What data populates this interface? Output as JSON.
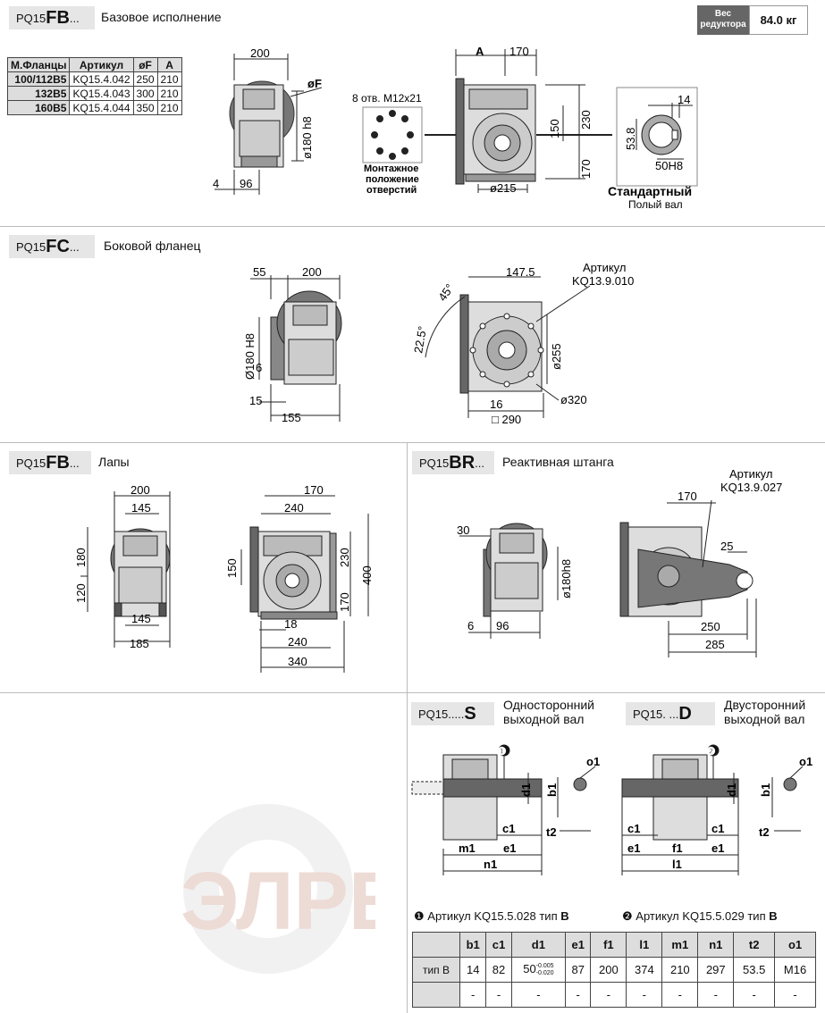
{
  "header": {
    "prefix": "PQ15",
    "code": "FB",
    "suffix": "...",
    "title": "Базовое исполнение",
    "weight_label_1": "Вес",
    "weight_label_2": "редуктора",
    "weight_value": "84.0 кг"
  },
  "flange_table": {
    "headers": [
      "М.Фланцы",
      "Артикул",
      "øF",
      "A"
    ],
    "rows": [
      {
        "flange": "100/112B5",
        "article": "KQ15.4.042",
        "f": "250",
        "a": "210"
      },
      {
        "flange": "132B5",
        "article": "KQ15.4.043",
        "f": "300",
        "a": "210"
      },
      {
        "flange": "160B5",
        "article": "KQ15.4.044",
        "f": "350",
        "a": "210"
      }
    ]
  },
  "fb": {
    "d200": "200",
    "dF": "øF",
    "d180": "ø180 h8",
    "d4": "4",
    "d96": "96",
    "holes": "8 отв. M12x21",
    "mount_1": "Монтажное",
    "mount_2": "положение",
    "mount_3": "отверстий",
    "dA": "A",
    "d170a": "170",
    "d230": "230",
    "d150": "150",
    "d170b": "170",
    "d215": "ø215",
    "d14": "14",
    "d53": "53.8",
    "d50": "50H8",
    "std_title": "Стандартный",
    "std_sub": "Полый вал"
  },
  "fc": {
    "prefix": "PQ15",
    "code": "FC",
    "suffix": "...",
    "title": "Боковой фланец",
    "d55": "55",
    "d200": "200",
    "d180": "Ø180 H8",
    "d6": "6",
    "d15": "15",
    "d155": "155",
    "d1475": "147.5",
    "art_1": "Артикул",
    "art_2": "KQ13.9.010",
    "a45": "45°",
    "a225": "22.5°",
    "d255": "ø255",
    "d16": "16",
    "d290": "□ 290",
    "d320": "ø320"
  },
  "feet": {
    "prefix": "PQ15",
    "code": "FB",
    "suffix": "...",
    "title": "Лапы",
    "d200": "200",
    "d145a": "145",
    "d180": "180",
    "d120": "120",
    "d145b": "145",
    "d185": "185",
    "d170": "170",
    "d240a": "240",
    "d150": "150",
    "d230": "230",
    "d400": "400",
    "d170b": "170",
    "d18": "18",
    "d240b": "240",
    "d340": "340"
  },
  "br": {
    "prefix": "PQ15",
    "code": "BR",
    "suffix": "...",
    "title": "Реактивная штанга",
    "d30": "30",
    "d180": "ø180h8",
    "d6": "6",
    "d96": "96",
    "art_1": "Артикул",
    "art_2": "KQ13.9.027",
    "d170": "170",
    "d25": "25",
    "d250": "250",
    "d285": "285"
  },
  "shafts": {
    "s_prefix": "PQ15.....",
    "s_code": "S",
    "s_t1": "Односторонний",
    "s_t2": "выходной вал",
    "d_prefix": "PQ15. ...",
    "d_code": "D",
    "d_t1": "Двусторонний",
    "d_t2": "выходной вал",
    "n1": "❶",
    "n2": "❷",
    "lbl": {
      "d1": "d1",
      "b1": "b1",
      "o1": "o1",
      "t2": "t2",
      "c1": "c1",
      "m1": "m1",
      "e1": "e1",
      "n1": "n1",
      "f1": "f1",
      "l1": "l1"
    },
    "note1_num": "❶",
    "note1": "Артикул KQ15.5.028 тип ",
    "note1_b": "B",
    "note2_num": "❷",
    "note2": "Артикул KQ15.5.029 тип ",
    "note2_b": "B"
  },
  "dims_table": {
    "headers": [
      "",
      "b1",
      "c1",
      "d1",
      "e1",
      "f1",
      "l1",
      "m1",
      "n1",
      "t2",
      "o1"
    ],
    "row1": {
      "label": "тип B",
      "b1": "14",
      "c1": "82",
      "d1": "50",
      "d1_tol_hi": "-0.005",
      "d1_tol_lo": "-0.020",
      "e1": "87",
      "f1": "200",
      "l1": "374",
      "m1": "210",
      "n1": "297",
      "t2": "53.5",
      "o1": "M16"
    },
    "row2": {
      "label": "",
      "b1": "-",
      "c1": "-",
      "d1": "-",
      "e1": "-",
      "f1": "-",
      "l1": "-",
      "m1": "-",
      "n1": "-",
      "t2": "-",
      "o1": "-"
    }
  },
  "watermark": "ЭЛРЕ"
}
